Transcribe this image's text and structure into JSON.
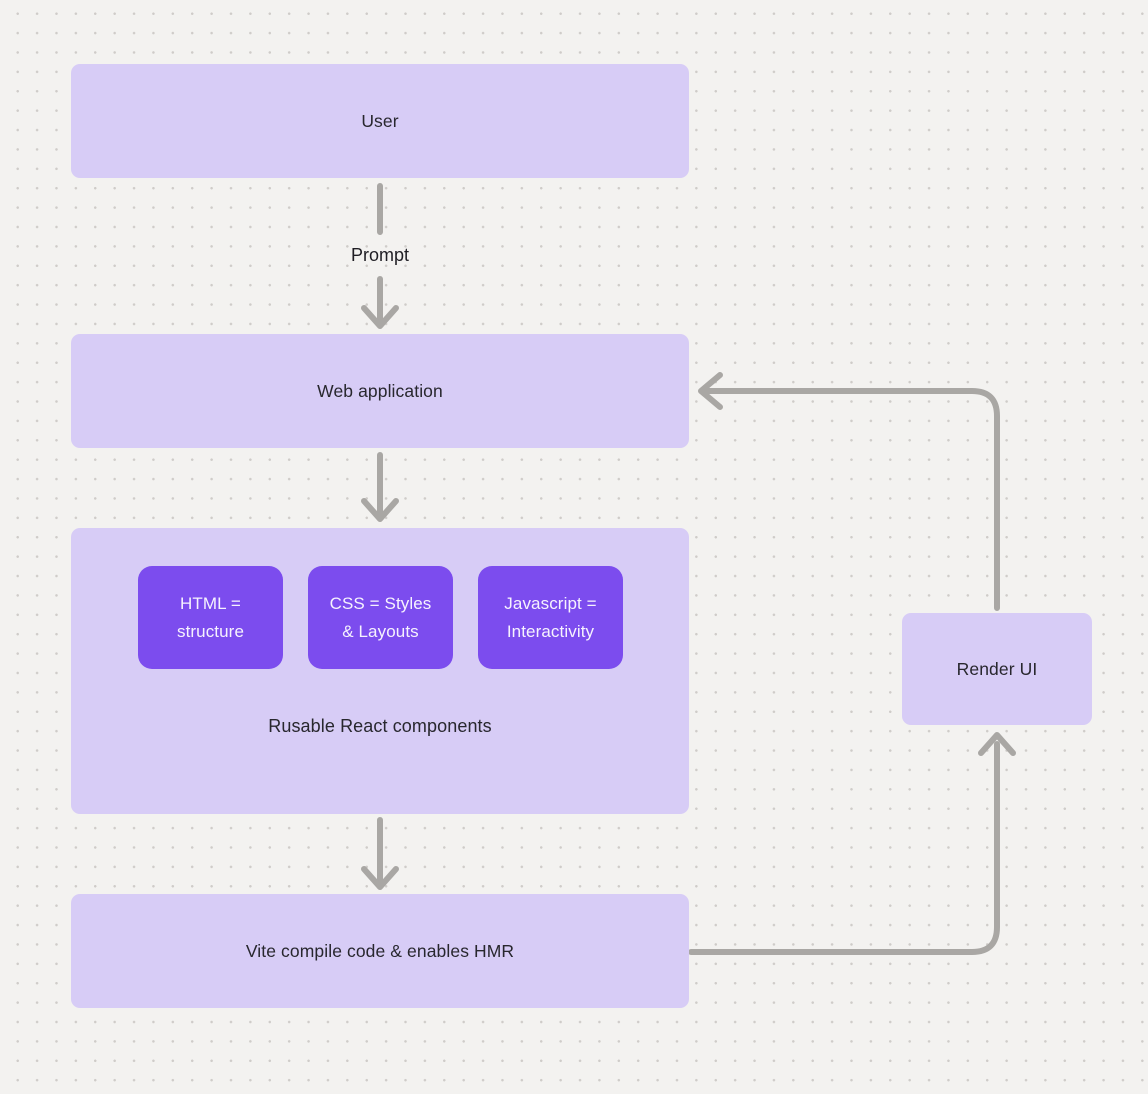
{
  "diagram": {
    "nodes": {
      "user": {
        "label": "User"
      },
      "web_application": {
        "label": "Web application"
      },
      "react_container": {
        "caption": "Rusable React components",
        "chips": {
          "html": {
            "label": "HTML =\nstructure"
          },
          "css": {
            "label": "CSS = Styles\n& Layouts"
          },
          "javascript": {
            "label": "Javascript =\nInteractivity"
          }
        }
      },
      "vite": {
        "label": "Vite compile code & enables HMR"
      },
      "render_ui": {
        "label": "Render UI"
      }
    },
    "edge_labels": {
      "prompt": "Prompt"
    },
    "colors": {
      "background": "#f3f2f0",
      "dot_grid": "#cfccc9",
      "node_fill": "#d7ccf6",
      "chip_fill": "#7c4cee",
      "arrow": "#a9a7a4",
      "text_dark": "#28272e",
      "text_light": "#f6f2fe"
    }
  }
}
